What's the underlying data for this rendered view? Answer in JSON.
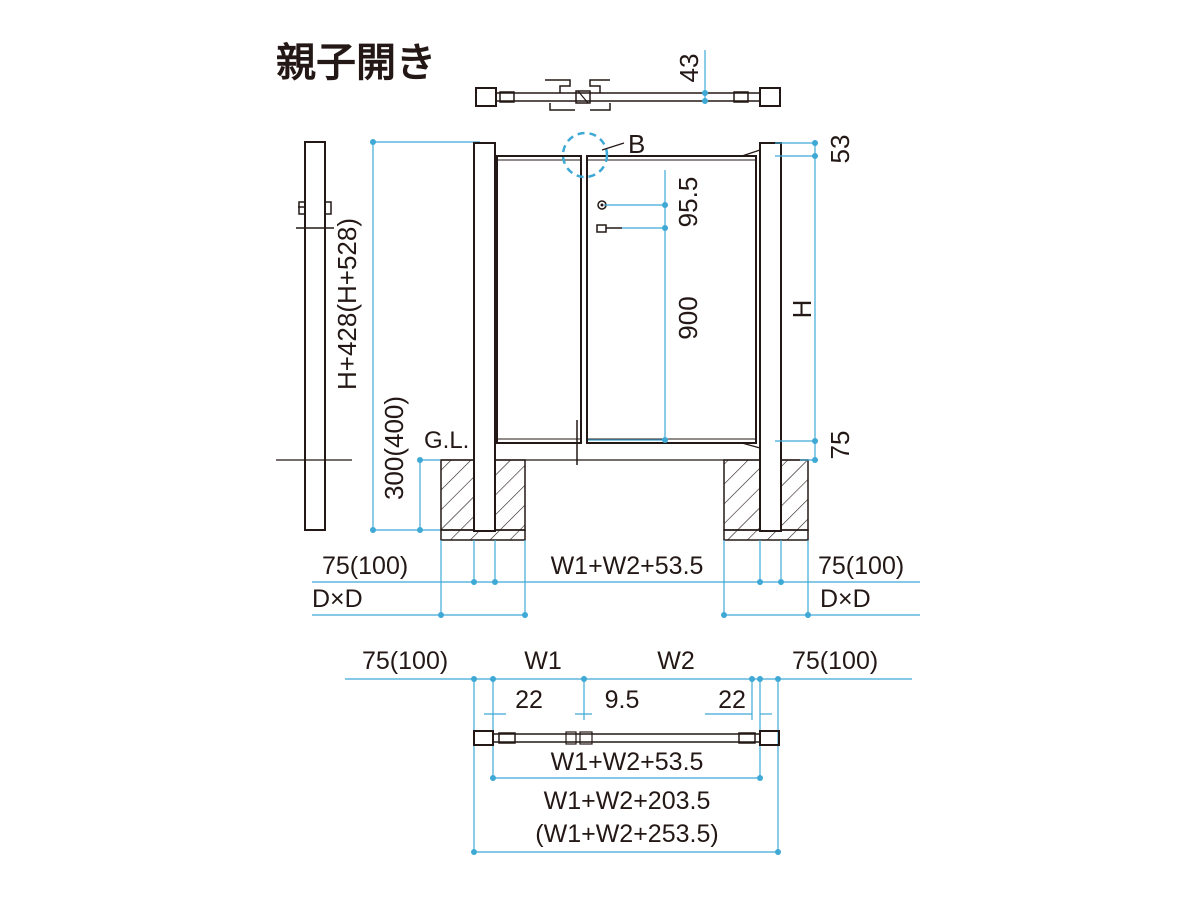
{
  "title": "親子開き",
  "detail_label": "B",
  "colors": {
    "line": "#231815",
    "dimension": "#3fa9d6",
    "hatch": "#231815"
  },
  "elevation": {
    "top_depth": "43",
    "top_offset": "53",
    "bottom_offset": "75",
    "latch_offset": "95.5",
    "handle_height": "900",
    "height": "H",
    "total_height": "H+428(H+528)",
    "embed_depth": "300(400)",
    "ground_label": "G.L.",
    "post_left": "75(100)",
    "overall_width": "W1+W2+53.5",
    "post_right": "75(100)",
    "footing_left": "D×D",
    "footing_right": "D×D"
  },
  "plan": {
    "post_left": "75(100)",
    "leaf_1": "W1",
    "leaf_2": "W2",
    "post_right": "75(100)",
    "gap_left": "22",
    "gap_center": "9.5",
    "gap_right": "22",
    "inner_width": "W1+W2+53.5",
    "total_width": "W1+W2+203.5",
    "total_width_alt": "(W1+W2+253.5)"
  }
}
